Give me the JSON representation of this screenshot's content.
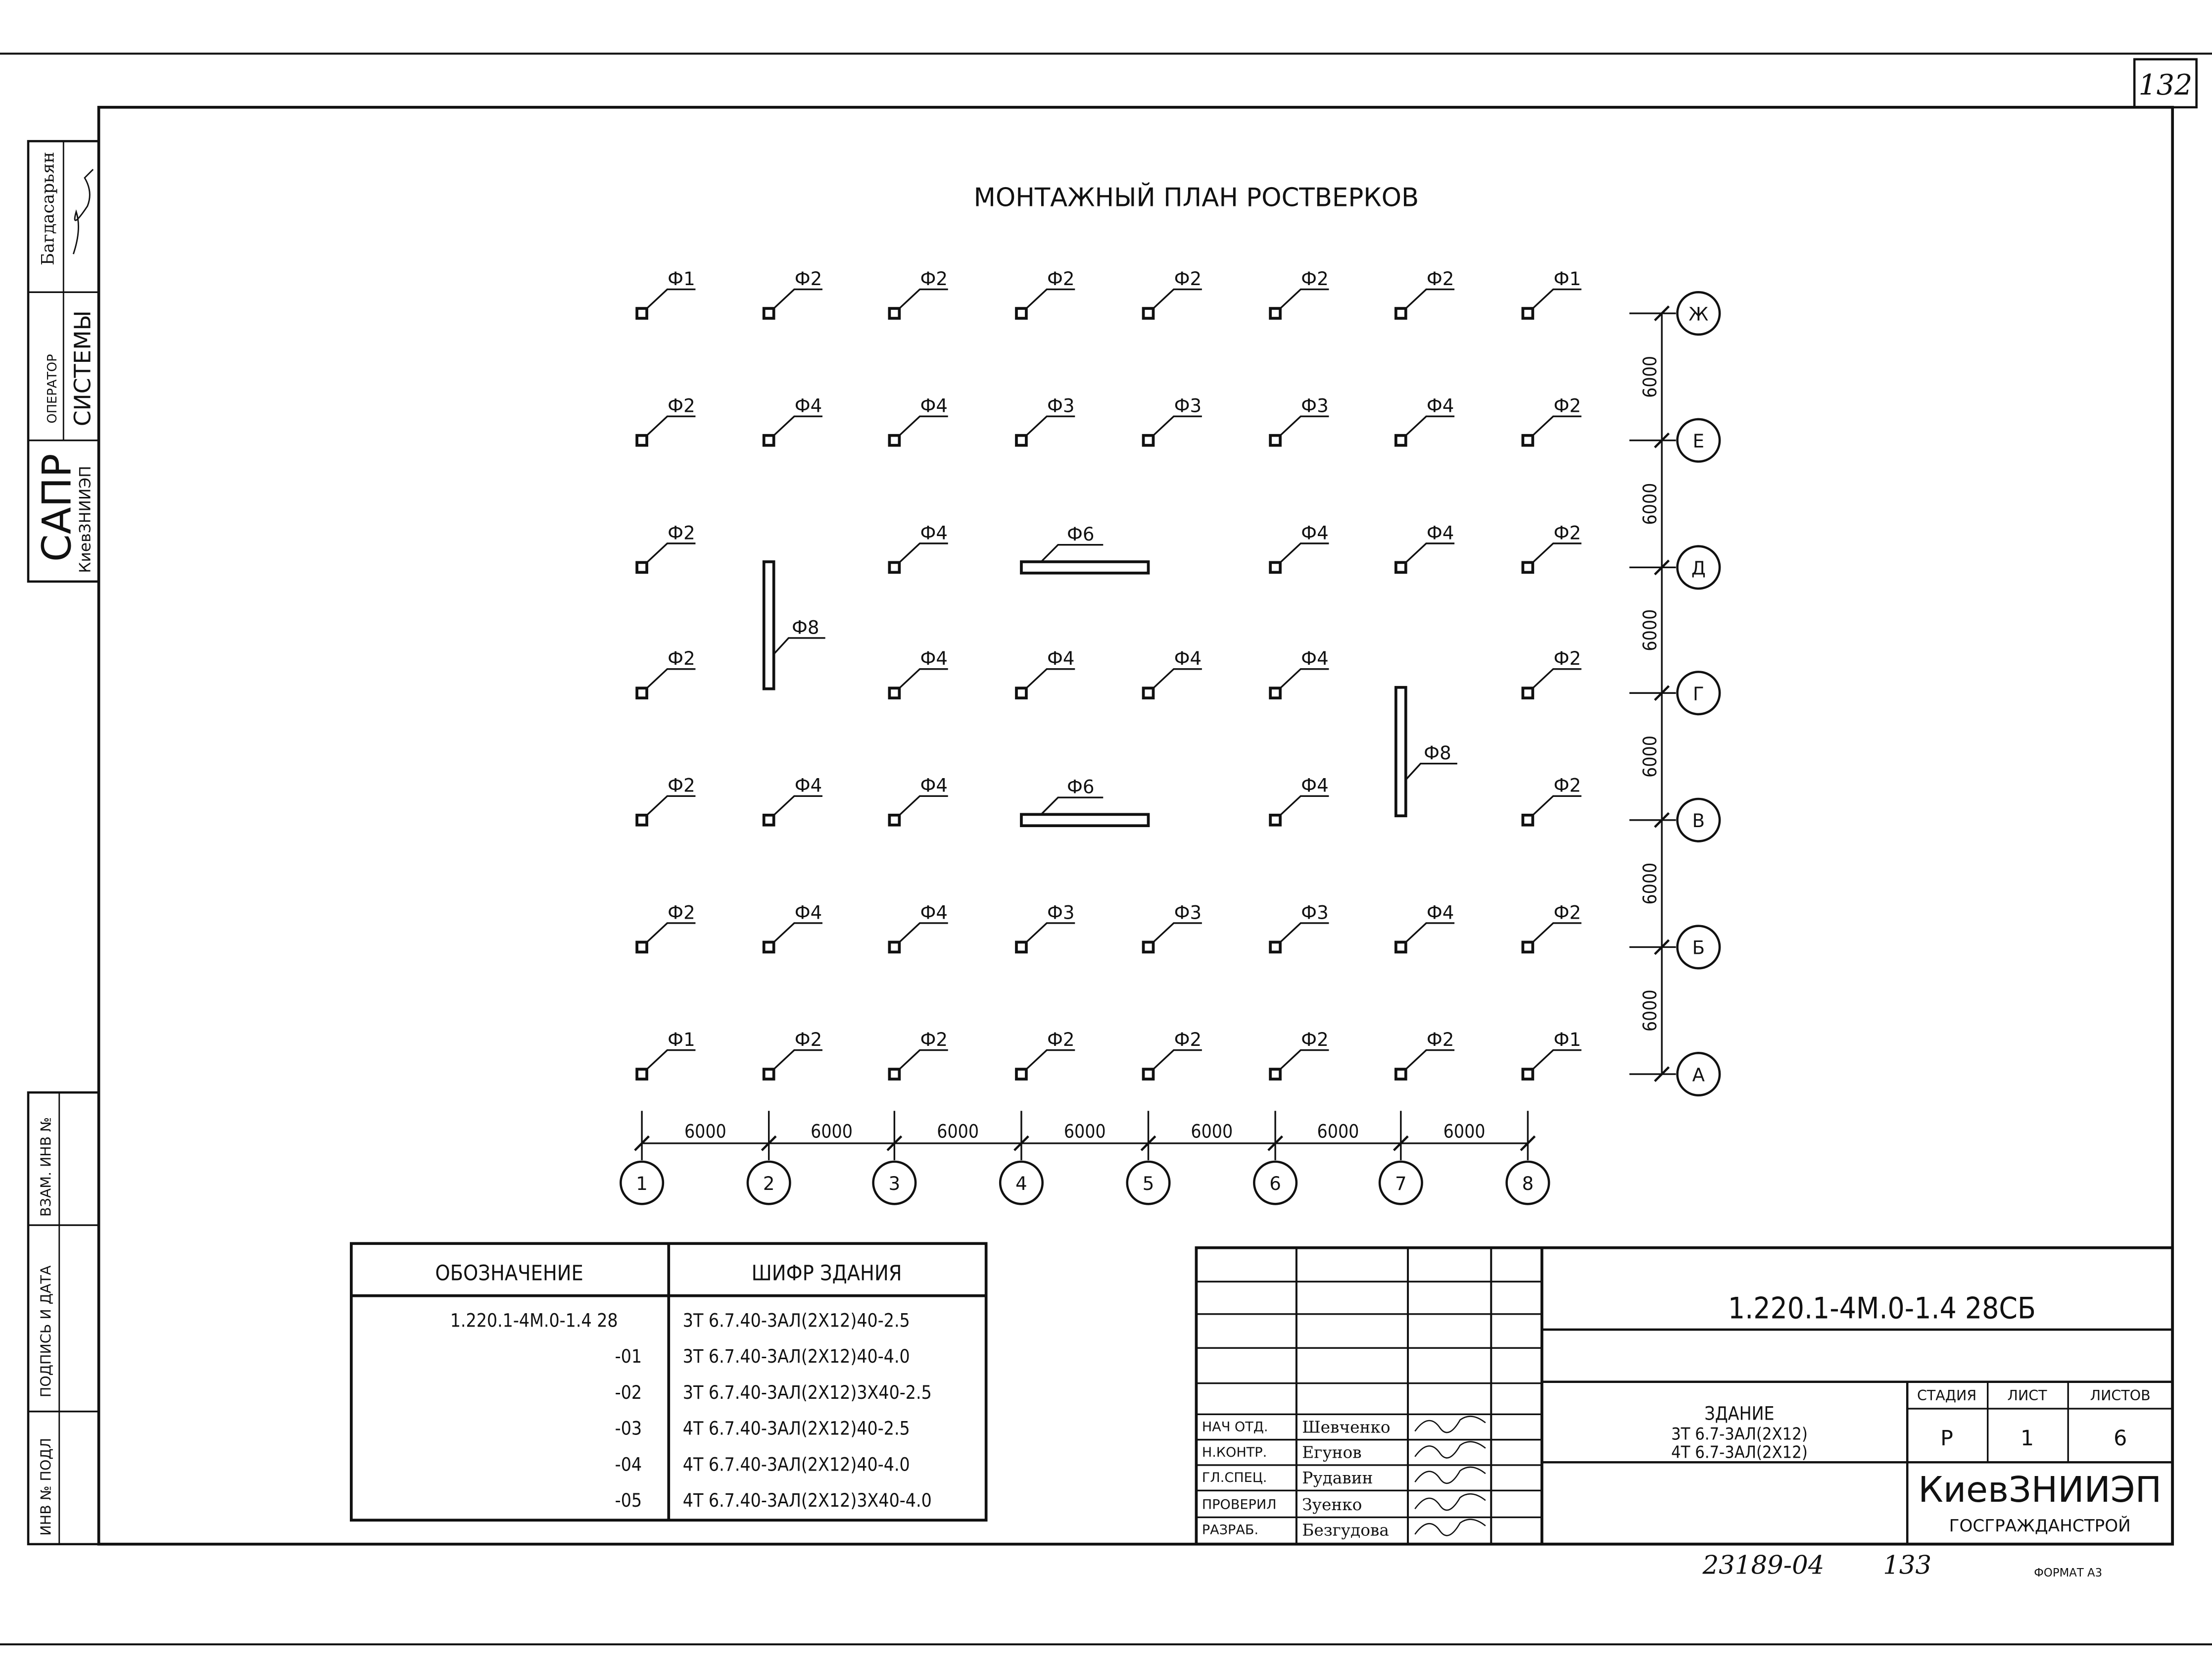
{
  "sheet_number": "132",
  "title": "МОНТАЖНЫЙ ПЛАН РОСТВЕРКОВ",
  "side_stamp": {
    "surname": "Багдасарьян",
    "operator_label": "ОПЕРАТОР",
    "systems_label": "СИСТЕМЫ",
    "sapr": "САПР",
    "org": "КиевЗНИИЭП",
    "fields": [
      "ВЗАМ. ИНВ №",
      "ПОДПИСЬ И ДАТА",
      "ИНВ № ПОДЛ"
    ]
  },
  "plan": {
    "col_axes": [
      "1",
      "2",
      "3",
      "4",
      "5",
      "6",
      "7",
      "8"
    ],
    "row_axes": [
      "Ж",
      "Е",
      "Д",
      "Г",
      "В",
      "Б",
      "А"
    ],
    "col_spacing": [
      "6000",
      "6000",
      "6000",
      "6000",
      "6000",
      "6000",
      "6000"
    ],
    "row_spacing": [
      "6000",
      "6000",
      "6000",
      "6000",
      "6000",
      "6000"
    ],
    "marks": [
      [
        "Ф1",
        "Ф2",
        "Ф2",
        "Ф2",
        "Ф2",
        "Ф2",
        "Ф2",
        "Ф1"
      ],
      [
        "Ф2",
        "Ф4",
        "Ф4",
        "Ф3",
        "Ф3",
        "Ф3",
        "Ф4",
        "Ф2"
      ],
      [
        "Ф2",
        "",
        "Ф4",
        "",
        "",
        "Ф4",
        "Ф4",
        "Ф2"
      ],
      [
        "Ф2",
        "",
        "Ф4",
        "Ф4",
        "Ф4",
        "Ф4",
        "",
        "Ф2"
      ],
      [
        "Ф2",
        "Ф4",
        "Ф4",
        "",
        "",
        "Ф4",
        "",
        "Ф2"
      ],
      [
        "Ф2",
        "Ф4",
        "Ф4",
        "Ф3",
        "Ф3",
        "Ф3",
        "Ф4",
        "Ф2"
      ],
      [
        "Ф1",
        "Ф2",
        "Ф2",
        "Ф2",
        "Ф2",
        "Ф2",
        "Ф2",
        "Ф1"
      ]
    ],
    "long_elements": [
      {
        "label": "Ф6",
        "orientation": "horizontal",
        "row": 2,
        "from_col": 3,
        "to_col": 4
      },
      {
        "label": "Ф6",
        "orientation": "horizontal",
        "row": 4,
        "from_col": 3,
        "to_col": 4
      },
      {
        "label": "Ф8",
        "orientation": "vertical",
        "col": 1,
        "from_row": 2,
        "to_row": 3
      },
      {
        "label": "Ф8",
        "orientation": "vertical",
        "col": 6,
        "from_row": 3,
        "to_row": 4
      }
    ]
  },
  "spec_table": {
    "headers": [
      "ОБОЗНАЧЕНИЕ",
      "ШИФР ЗДАНИЯ"
    ],
    "rows": [
      [
        "1.220.1-4М.0-1.4  28",
        "3Т  6.7.40-3АЛ(2Х12)40-2.5"
      ],
      [
        "-01",
        "3Т  6.7.40-3АЛ(2Х12)40-4.0"
      ],
      [
        "-02",
        "3Т  6.7.40-3АЛ(2Х12)3Х40-2.5"
      ],
      [
        "-03",
        "4Т  6.7.40-3АЛ(2Х12)40-2.5"
      ],
      [
        "-04",
        "4Т  6.7.40-3АЛ(2Х12)40-4.0"
      ],
      [
        "-05",
        "4Т  6.7.40-3АЛ(2Х12)3Х40-4.0"
      ]
    ]
  },
  "title_block": {
    "doc_code": "1.220.1-4М.0-1.4  28СБ",
    "object_lines": [
      "ЗДАНИЕ",
      "3Т  6.7-3АЛ(2Х12)",
      "4Т  6.7-3АЛ(2Х12)"
    ],
    "stage_header": "СТАДИЯ",
    "sheet_header": "ЛИСТ",
    "sheets_header": "ЛИСТОВ",
    "stage": "Р",
    "sheet": "1",
    "sheets": "6",
    "org_name": "КиевЗНИИЭП",
    "org_sub": "ГОСГРАЖДАНСТРОЙ",
    "people": [
      {
        "role": "НАЧ ОТД.",
        "name": "Шевченко"
      },
      {
        "role": "Н.КОНТР.",
        "name": "Егунов"
      },
      {
        "role": "ГЛ.СПЕЦ.",
        "name": "Рудавин"
      },
      {
        "role": "ПРОВЕРИЛ",
        "name": "Зуенко"
      },
      {
        "role": "РАЗРАБ.",
        "name": "Безгудова"
      }
    ]
  },
  "footer": {
    "archive_no": "23189-04",
    "page_no": "133",
    "format": "ФОРМАТ А3"
  },
  "colors": {
    "ink": "#111111",
    "paper": "#ffffff"
  }
}
